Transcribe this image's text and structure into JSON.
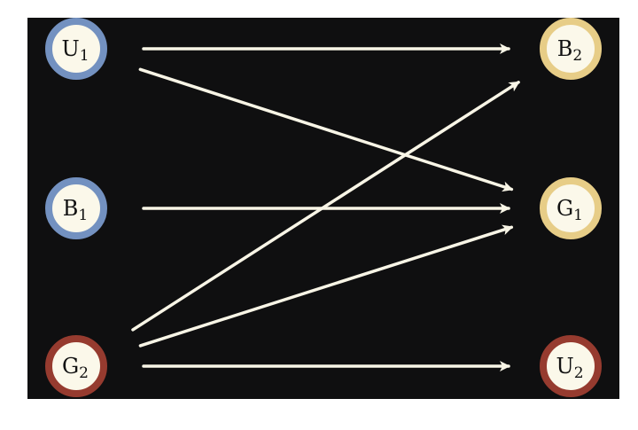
{
  "diagram": {
    "background_color": "#0f0f10",
    "edge_color": "#f8f5e6",
    "node_fill": "#fbf8ea",
    "ring_colors": {
      "blue": "#7391c0",
      "gold": "#e7cd87",
      "red": "#963b2f"
    },
    "nodes": [
      {
        "id": "U1",
        "letter": "U",
        "subscript": "1",
        "column": "left",
        "row": 0,
        "ring": "blue"
      },
      {
        "id": "B1",
        "letter": "B",
        "subscript": "1",
        "column": "left",
        "row": 1,
        "ring": "blue"
      },
      {
        "id": "G2",
        "letter": "G",
        "subscript": "2",
        "column": "left",
        "row": 2,
        "ring": "red"
      },
      {
        "id": "B2",
        "letter": "B",
        "subscript": "2",
        "column": "right",
        "row": 0,
        "ring": "gold"
      },
      {
        "id": "G1",
        "letter": "G",
        "subscript": "1",
        "column": "right",
        "row": 1,
        "ring": "gold"
      },
      {
        "id": "U2",
        "letter": "U",
        "subscript": "2",
        "column": "right",
        "row": 2,
        "ring": "red"
      }
    ],
    "edges": [
      {
        "from": "U1",
        "to": "B2"
      },
      {
        "from": "U1",
        "to": "G1"
      },
      {
        "from": "B1",
        "to": "G1"
      },
      {
        "from": "G2",
        "to": "B2"
      },
      {
        "from": "G2",
        "to": "G1"
      },
      {
        "from": "G2",
        "to": "U2"
      }
    ]
  }
}
